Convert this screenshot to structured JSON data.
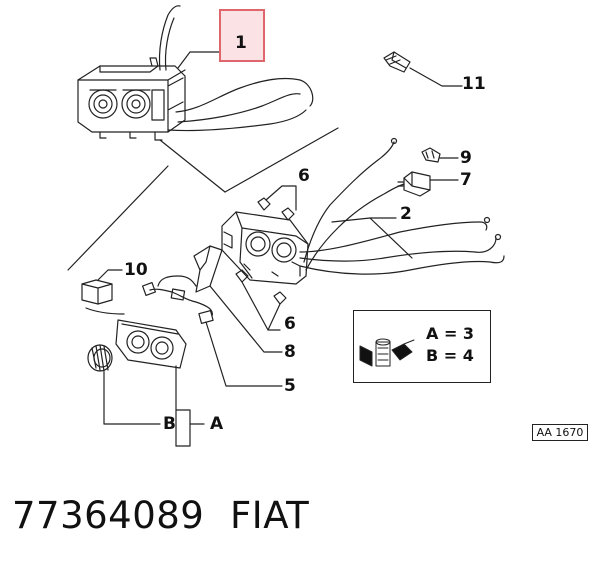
{
  "callouts": {
    "c1": "1",
    "c2": "2",
    "c5": "5",
    "c6a": "6",
    "c6b": "6",
    "c7": "7",
    "c8": "8",
    "c9": "9",
    "c10": "10",
    "c11": "11",
    "cA": "A",
    "cB": "B"
  },
  "legend": {
    "line_a": "A = 3",
    "line_b": "B = 4"
  },
  "reference_code": "AA 1670",
  "footer": {
    "part_number": "77364089",
    "brand": "FIAT"
  },
  "colors": {
    "highlight_fill": "#fbe3e5",
    "highlight_border": "#e0666e",
    "ink": "#111111"
  }
}
